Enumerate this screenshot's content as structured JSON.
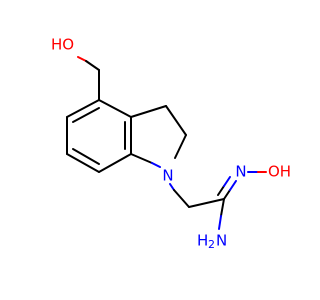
{
  "molecule": {
    "atoms": {
      "hydroxyl_top": {
        "text": "HO",
        "color": "#ff0000"
      },
      "ring_nitrogen": {
        "text": "N",
        "color": "#0000ff"
      },
      "oxime_nitrogen": {
        "text": "N",
        "color": "#0000ff"
      },
      "oxime_hydroxyl": {
        "text": "OH",
        "color": "#ff0000"
      },
      "amine_nitrogen": {
        "text": "N",
        "color": "#0000ff"
      },
      "amine_hydrogen": {
        "text": "H",
        "color": "#0000ff"
      },
      "amine_hydrogen_subscript": {
        "text": "2",
        "color": "#0000ff"
      }
    }
  }
}
